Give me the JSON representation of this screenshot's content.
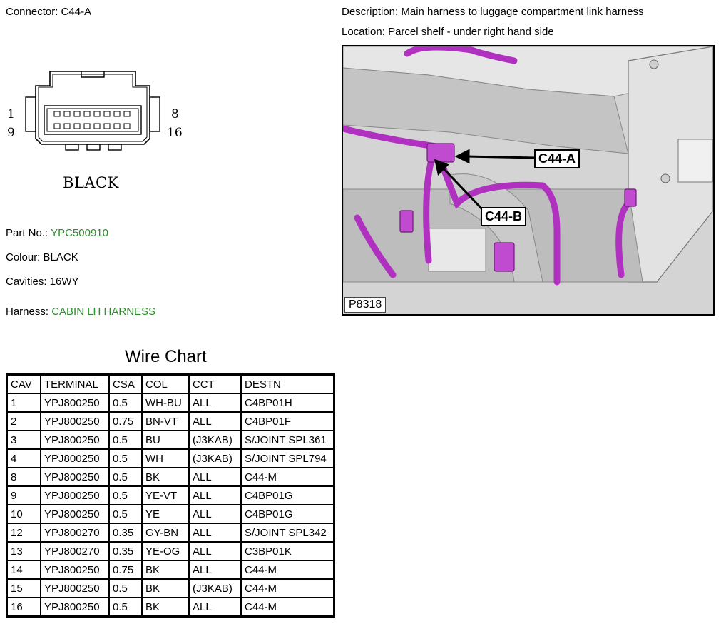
{
  "connector": {
    "label": "Connector:",
    "value": "C44-A"
  },
  "description": {
    "label": "Description:",
    "value": "Main harness to luggage compartment link harness"
  },
  "location": {
    "label": "Location:",
    "value": "Parcel shelf - under right hand side"
  },
  "pins": {
    "top_left": "1",
    "bottom_left": "9",
    "top_right": "8",
    "bottom_right": "16"
  },
  "connector_colour_label": "BLACK",
  "part_no": {
    "label": "Part No.:",
    "value": "YPC500910"
  },
  "colour": {
    "label": "Colour:",
    "value": "BLACK"
  },
  "cavities": {
    "label": "Cavities:",
    "value": "16WY"
  },
  "harness": {
    "label": "Harness:",
    "value": "CABIN LH HARNESS"
  },
  "photo": {
    "code": "P8318",
    "callout_a": "C44-A",
    "callout_b": "C44-B"
  },
  "wire_chart": {
    "title": "Wire Chart",
    "headers": [
      "CAV",
      "TERMINAL",
      "CSA",
      "COL",
      "CCT",
      "DESTN"
    ],
    "rows": [
      [
        "1",
        "YPJ800250",
        "0.5",
        "WH-BU",
        "ALL",
        "C4BP01H"
      ],
      [
        "2",
        "YPJ800250",
        "0.75",
        "BN-VT",
        "ALL",
        "C4BP01F"
      ],
      [
        "3",
        "YPJ800250",
        "0.5",
        "BU",
        "(J3KAB)",
        "S/JOINT SPL361"
      ],
      [
        "4",
        "YPJ800250",
        "0.5",
        "WH",
        "(J3KAB)",
        "S/JOINT SPL794"
      ],
      [
        "8",
        "YPJ800250",
        "0.5",
        "BK",
        "ALL",
        "C44-M"
      ],
      [
        "9",
        "YPJ800250",
        "0.5",
        "YE-VT",
        "ALL",
        "C4BP01G"
      ],
      [
        "10",
        "YPJ800250",
        "0.5",
        "YE",
        "ALL",
        "C4BP01G"
      ],
      [
        "12",
        "YPJ800270",
        "0.35",
        "GY-BN",
        "ALL",
        "S/JOINT SPL342"
      ],
      [
        "13",
        "YPJ800270",
        "0.35",
        "YE-OG",
        "ALL",
        "C3BP01K"
      ],
      [
        "14",
        "YPJ800250",
        "0.75",
        "BK",
        "ALL",
        "C44-M"
      ],
      [
        "15",
        "YPJ800250",
        "0.5",
        "BK",
        "(J3KAB)",
        "C44-M"
      ],
      [
        "16",
        "YPJ800250",
        "0.5",
        "BK",
        "ALL",
        "C44-M"
      ]
    ]
  },
  "colors": {
    "green_text": "#2e8b2e",
    "harness_purple": "#b030c0"
  }
}
